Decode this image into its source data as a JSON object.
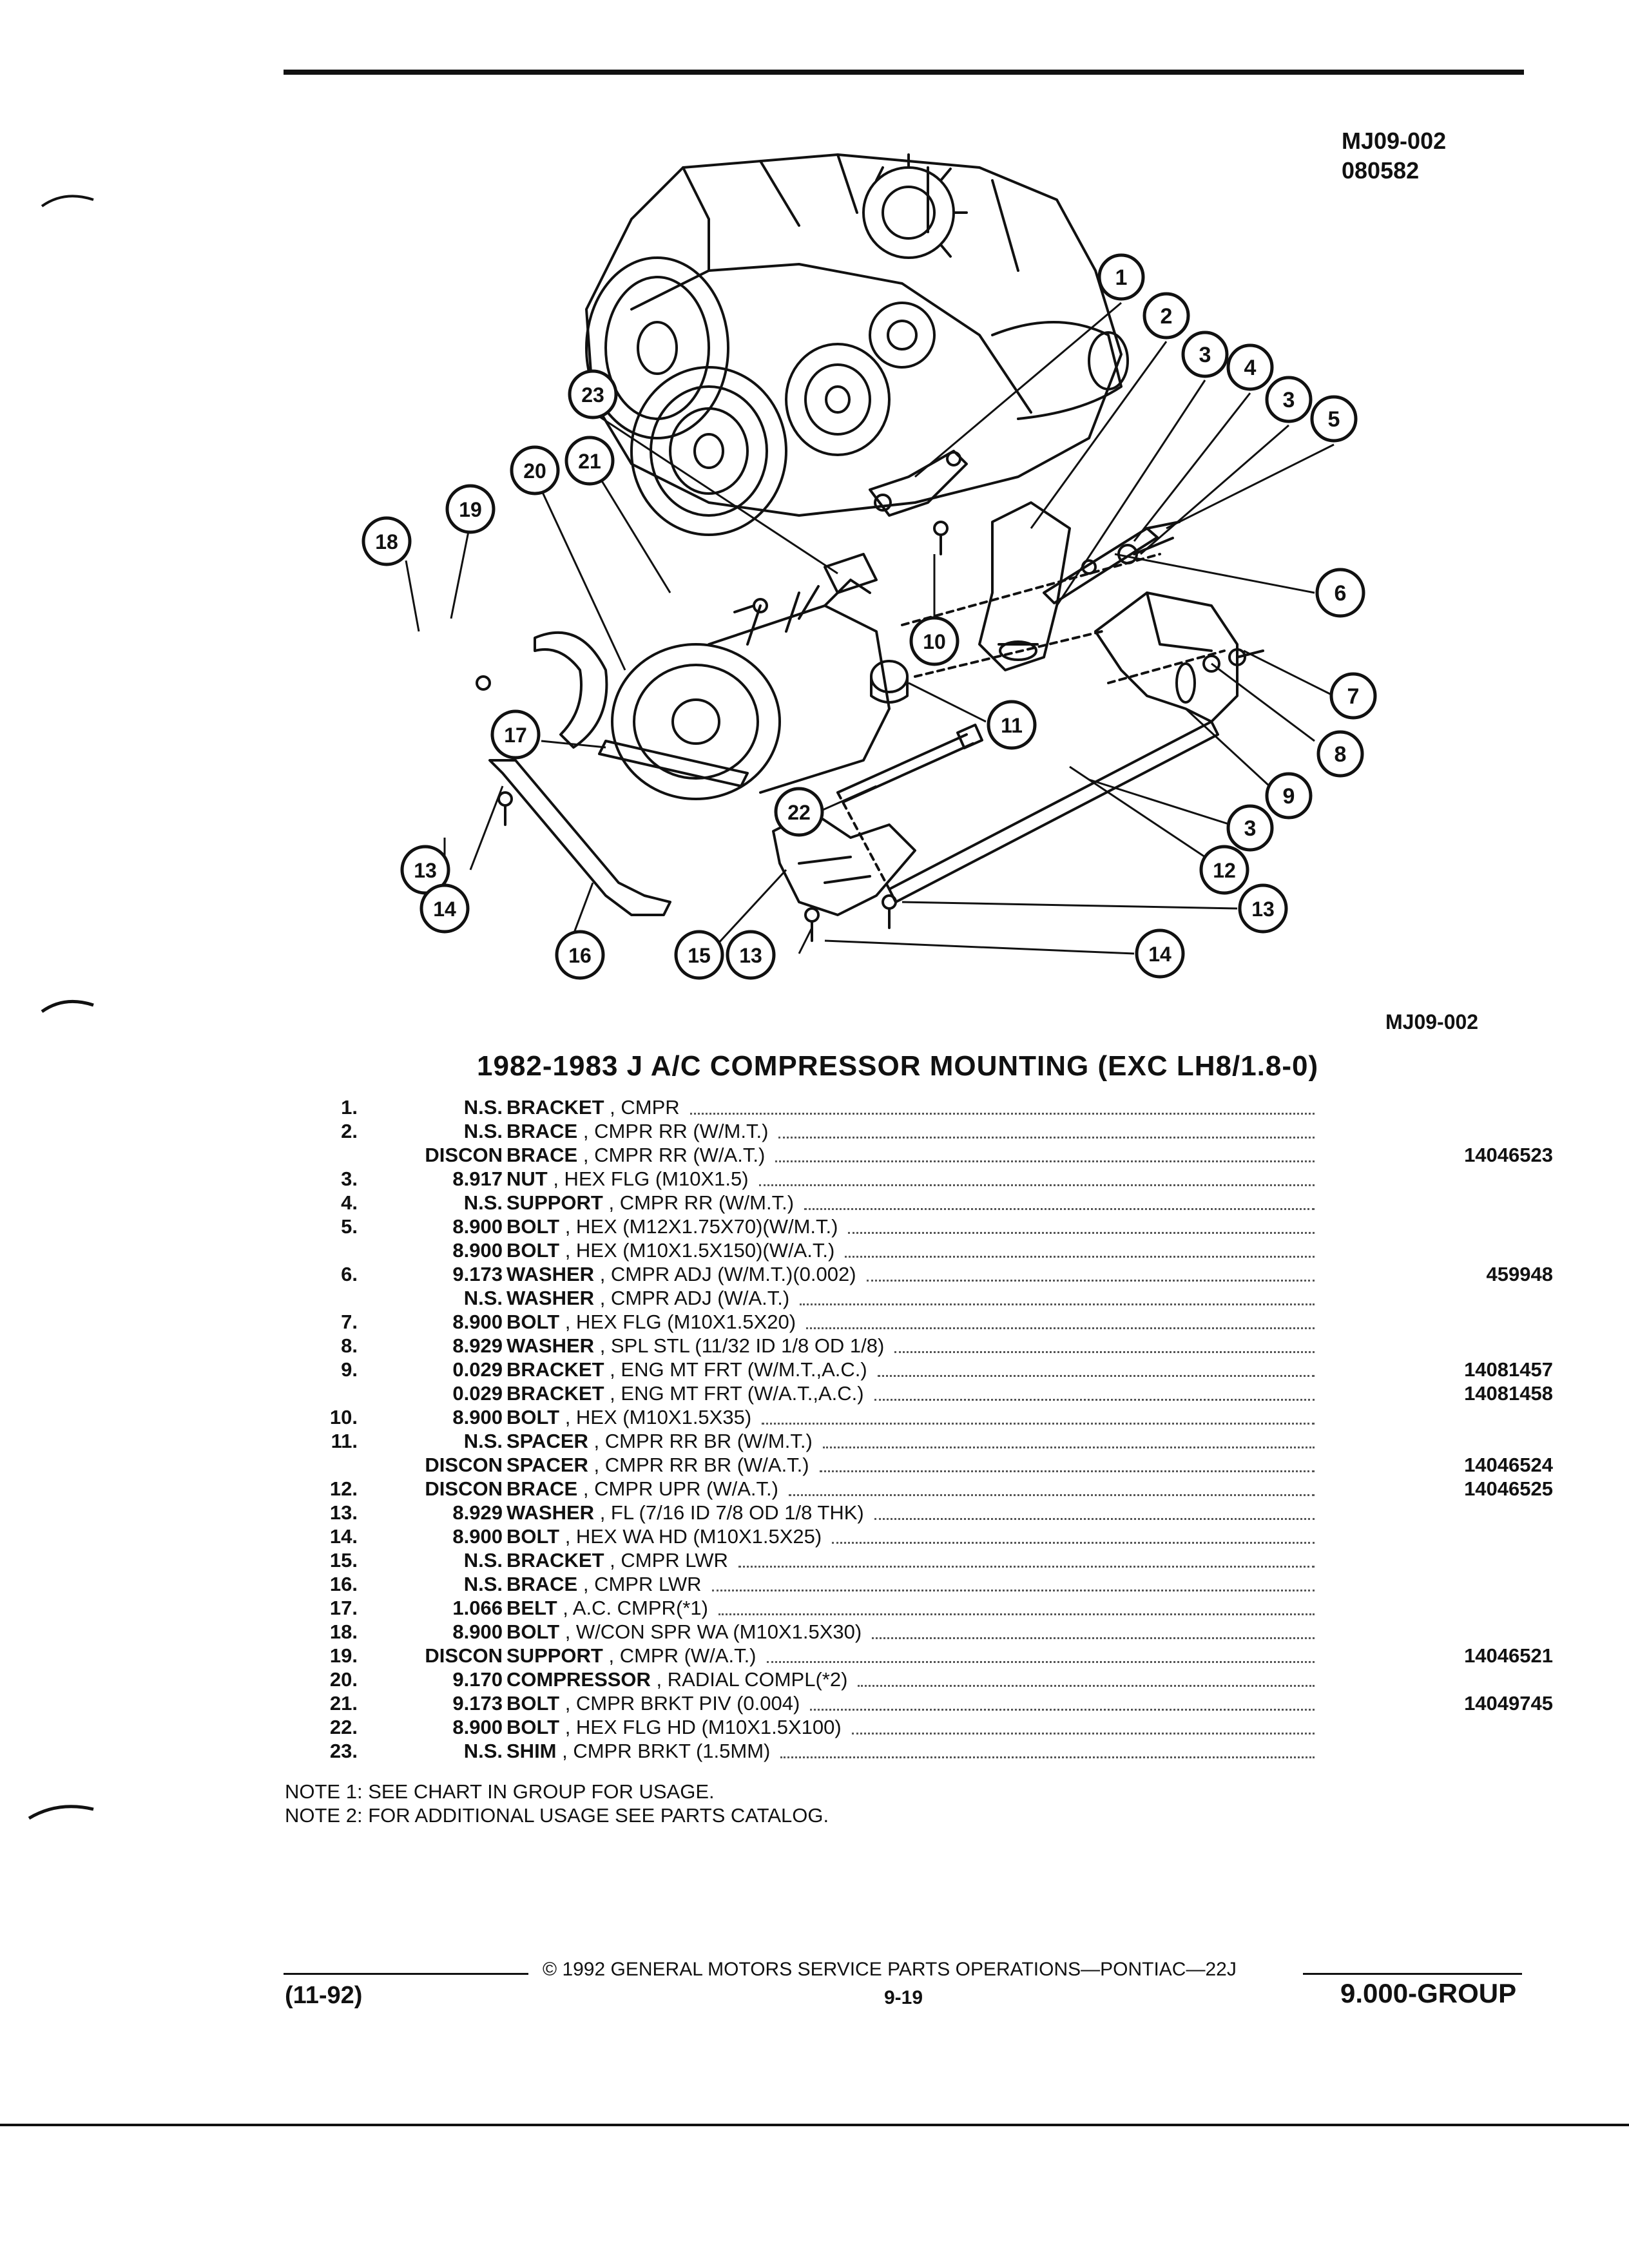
{
  "figure": {
    "code": "MJ09-002",
    "date": "080582",
    "caption_code": "MJ09-002",
    "callouts": [
      {
        "n": "1"
      },
      {
        "n": "2"
      },
      {
        "n": "3"
      },
      {
        "n": "4"
      },
      {
        "n": "3"
      },
      {
        "n": "5"
      },
      {
        "n": "6"
      },
      {
        "n": "7"
      },
      {
        "n": "8"
      },
      {
        "n": "9"
      },
      {
        "n": "3"
      },
      {
        "n": "12"
      },
      {
        "n": "13"
      },
      {
        "n": "14"
      },
      {
        "n": "11"
      },
      {
        "n": "10"
      },
      {
        "n": "22"
      },
      {
        "n": "15"
      },
      {
        "n": "13"
      },
      {
        "n": "16"
      },
      {
        "n": "13"
      },
      {
        "n": "14"
      },
      {
        "n": "17"
      },
      {
        "n": "18"
      },
      {
        "n": "19"
      },
      {
        "n": "20"
      },
      {
        "n": "21"
      },
      {
        "n": "23"
      }
    ]
  },
  "section_title": "1982-1983 J A/C COMPRESSOR MOUNTING (EXC LH8/1.8-0)",
  "parts": [
    {
      "num": "1.",
      "code": "N.S.",
      "name": "BRACKET",
      "detail": " , CMPR",
      "part": ""
    },
    {
      "num": "2.",
      "code": "N.S.",
      "name": "BRACE",
      "detail": " , CMPR RR (W/M.T.)",
      "part": ""
    },
    {
      "num": "",
      "code": "DISCON",
      "name": "BRACE",
      "detail": " , CMPR RR (W/A.T.)",
      "part": "14046523"
    },
    {
      "num": "3.",
      "code": "8.917",
      "name": "NUT",
      "detail": " , HEX FLG (M10X1.5)",
      "part": ""
    },
    {
      "num": "4.",
      "code": "N.S.",
      "name": "SUPPORT",
      "detail": " , CMPR RR (W/M.T.)",
      "part": ""
    },
    {
      "num": "5.",
      "code": "8.900",
      "name": "BOLT",
      "detail": " , HEX (M12X1.75X70)(W/M.T.)",
      "part": ""
    },
    {
      "num": "",
      "code": "8.900",
      "name": "BOLT",
      "detail": " , HEX (M10X1.5X150)(W/A.T.)",
      "part": ""
    },
    {
      "num": "6.",
      "code": "9.173",
      "name": "WASHER",
      "detail": " , CMPR ADJ (W/M.T.)(0.002)",
      "part": "459948"
    },
    {
      "num": "",
      "code": "N.S.",
      "name": "WASHER",
      "detail": " , CMPR ADJ (W/A.T.)",
      "part": ""
    },
    {
      "num": "7.",
      "code": "8.900",
      "name": "BOLT",
      "detail": " , HEX FLG (M10X1.5X20)",
      "part": ""
    },
    {
      "num": "8.",
      "code": "8.929",
      "name": "WASHER",
      "detail": " , SPL STL (11/32 ID 1/8 OD 1/8)",
      "part": ""
    },
    {
      "num": "9.",
      "code": "0.029",
      "name": "BRACKET",
      "detail": " , ENG MT FRT (W/M.T.,A.C.)",
      "part": "14081457"
    },
    {
      "num": "",
      "code": "0.029",
      "name": "BRACKET",
      "detail": " , ENG MT FRT (W/A.T.,A.C.)",
      "part": "14081458"
    },
    {
      "num": "10.",
      "code": "8.900",
      "name": "BOLT",
      "detail": " , HEX (M10X1.5X35)",
      "part": ""
    },
    {
      "num": "11.",
      "code": "N.S.",
      "name": "SPACER",
      "detail": " , CMPR RR BR (W/M.T.)",
      "part": ""
    },
    {
      "num": "",
      "code": "DISCON",
      "name": "SPACER",
      "detail": " , CMPR RR BR (W/A.T.)",
      "part": "14046524"
    },
    {
      "num": "12.",
      "code": "DISCON",
      "name": "BRACE",
      "detail": " , CMPR UPR (W/A.T.)",
      "part": "14046525"
    },
    {
      "num": "13.",
      "code": "8.929",
      "name": "WASHER",
      "detail": " , FL (7/16 ID 7/8 OD 1/8 THK)",
      "part": ""
    },
    {
      "num": "14.",
      "code": "8.900",
      "name": "BOLT",
      "detail": " , HEX WA HD (M10X1.5X25)",
      "part": ""
    },
    {
      "num": "15.",
      "code": "N.S.",
      "name": "BRACKET",
      "detail": " , CMPR LWR",
      "part": ""
    },
    {
      "num": "16.",
      "code": "N.S.",
      "name": "BRACE",
      "detail": " , CMPR LWR",
      "part": ""
    },
    {
      "num": "17.",
      "code": "1.066",
      "name": "BELT",
      "detail": " , A.C. CMPR(*1)",
      "part": ""
    },
    {
      "num": "18.",
      "code": "8.900",
      "name": "BOLT",
      "detail": " , W/CON SPR WA (M10X1.5X30)",
      "part": ""
    },
    {
      "num": "19.",
      "code": "DISCON",
      "name": "SUPPORT",
      "detail": " , CMPR (W/A.T.)",
      "part": "14046521"
    },
    {
      "num": "20.",
      "code": "9.170",
      "name": "COMPRESSOR",
      "detail": " , RADIAL COMPL(*2)",
      "part": ""
    },
    {
      "num": "21.",
      "code": "9.173",
      "name": "BOLT",
      "detail": " , CMPR BRKT PIV (0.004)",
      "part": "14049745"
    },
    {
      "num": "22.",
      "code": "8.900",
      "name": "BOLT",
      "detail": " , HEX FLG HD (M10X1.5X100)",
      "part": ""
    },
    {
      "num": "23.",
      "code": "N.S.",
      "name": "SHIM",
      "detail": " , CMPR BRKT (1.5MM)",
      "part": ""
    }
  ],
  "notes": [
    "NOTE  1:  SEE CHART IN GROUP FOR USAGE.",
    "NOTE  2:  FOR ADDITIONAL USAGE SEE PARTS CATALOG."
  ],
  "footer": {
    "copyright": "©  1992  GENERAL MOTORS SERVICE PARTS OPERATIONS—PONTIAC—22J",
    "page": "9-19",
    "date_code": "(11-92)",
    "group": "9.000-GROUP"
  }
}
